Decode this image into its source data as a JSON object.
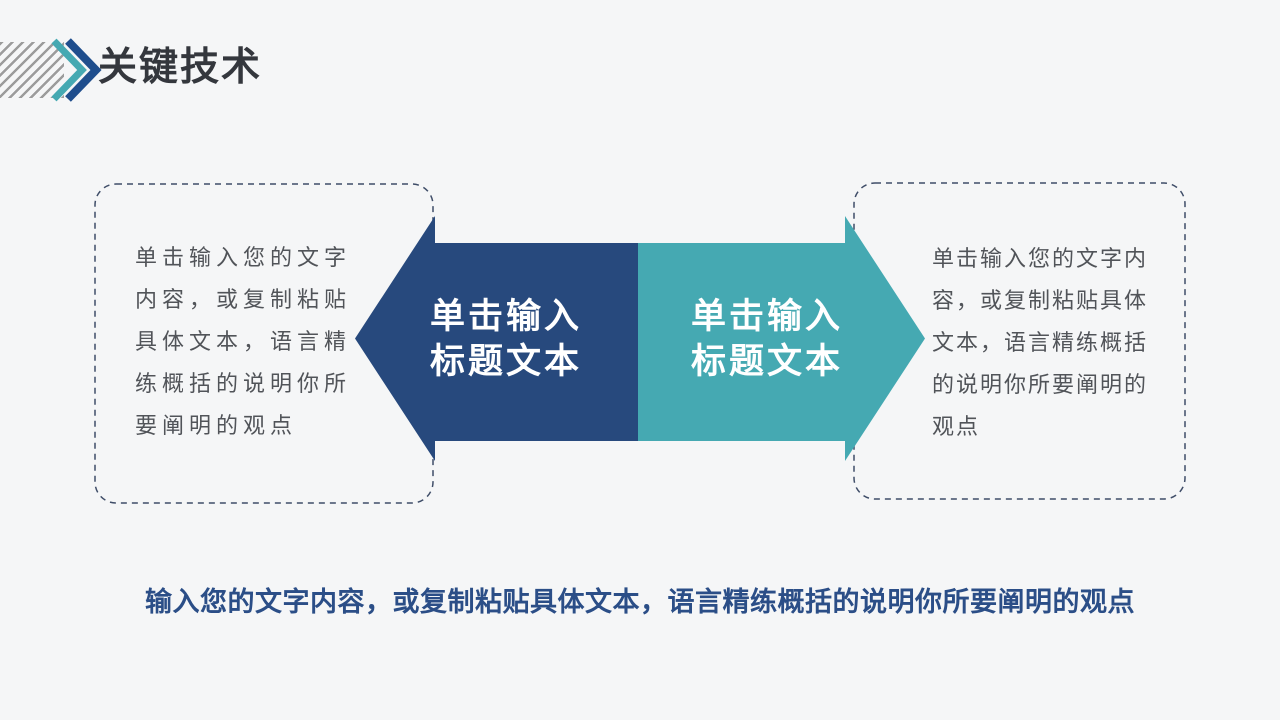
{
  "slide": {
    "background_color": "#f5f6f7",
    "title": "关键技术",
    "title_color": "#34373d",
    "decor": {
      "stripes_icon": "diagonal-stripes",
      "stripes_color": "#9c9c9c",
      "chevron_icon": "double-chevron-right",
      "chevron_teal_color": "#45a9b2",
      "chevron_blue_color": "#1f4e8d"
    },
    "left_box": {
      "border_color": "#3f4d68",
      "text_color": "#515459",
      "lines": [
        "单击输入您的文字",
        "内容，或复制粘贴",
        "具体文本，语言精",
        "练概括的说明你所",
        "要阐明的观点"
      ]
    },
    "right_box": {
      "border_color": "#3f4d68",
      "text_color": "#515459",
      "lines": [
        "单击输入您的文字内",
        "容，或复制粘贴具体",
        "文本，语言精练概括",
        "的说明你所要阐明的",
        "观点"
      ]
    },
    "left_arrow": {
      "direction": "left",
      "color": "#27497d",
      "label_lines": [
        "单击输入",
        "标题文本"
      ]
    },
    "right_arrow": {
      "direction": "right",
      "color": "#45a9b2",
      "label_lines": [
        "单击输入",
        "标题文本"
      ]
    },
    "footer": {
      "color": "#2b4e87",
      "text": "输入您的文字内容，或复制粘贴具体文本，语言精练概括的说明你所要阐明的观点"
    }
  }
}
